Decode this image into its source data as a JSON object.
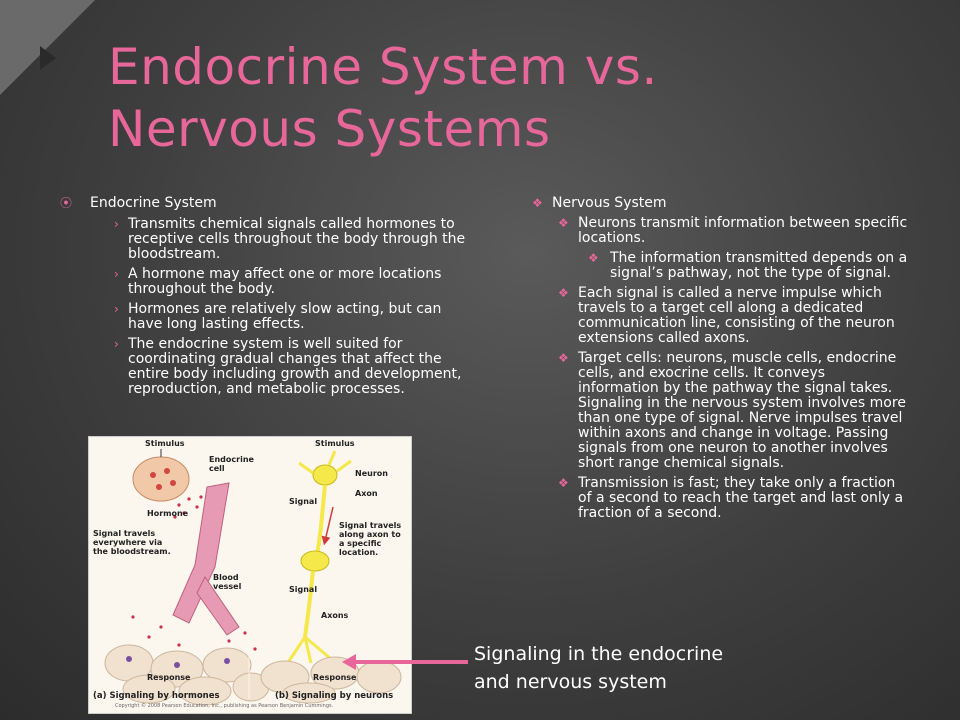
{
  "title": {
    "line1": "Endocrine System vs.",
    "line2": "Nervous Systems"
  },
  "colors": {
    "accent": "#e8679a",
    "background": "#3e3e3e",
    "text": "#ffffff"
  },
  "left": {
    "heading": "Endocrine System",
    "items": [
      "Transmits chemical signals called hormones to receptive cells throughout the body through the bloodstream.",
      "A hormone may affect one or more locations throughout  the body.",
      "Hormones are relatively slow acting, but can have long lasting effects.",
      "The endocrine system is  well suited for coordinating gradual changes  that affect the entire body including growth and development, reproduction,  and metabolic processes."
    ]
  },
  "right": {
    "heading": "Nervous System",
    "item1": "Neurons transmit information between specific locations.",
    "item1_sub": "The information transmitted depends on a signal’s pathway, not the type of signal.",
    "item2": " Each signal is called a nerve impulse which travels to a target cell along a dedicated communication line, consisting of the neuron extensions called axons.",
    "item3": "Target cells: neurons, muscle cells, endocrine cells, and exocrine cells. It conveys information by the pathway the signal takes. Signaling in the nervous system involves more than one type of signal. Nerve impulses travel within axons and change in voltage. Passing signals from one neuron to another involves short range chemical signals.",
    "item4": "Transmission is fast; they take only a fraction of a second to reach the target and last only a fraction of a second."
  },
  "figure": {
    "stimulus_a": "Stimulus",
    "endocrine_cell": "Endocrine cell",
    "hormone": "Hormone",
    "signal_travels_blood": "Signal travels everywhere via the bloodstream.",
    "blood_vessel": "Blood vessel",
    "response_a": "Response",
    "caption_a": "(a) Signaling by hormones",
    "stimulus_b": "Stimulus",
    "neuron": "Neuron",
    "axon": "Axon",
    "signal1": "Signal",
    "signal_travels_axon": "Signal travels along axon to a specific location.",
    "signal2": "Signal",
    "axons": "Axons",
    "response_b": "Response",
    "caption_b": "(b) Signaling by neurons",
    "copyright": "Copyright © 2008 Pearson Education, Inc., publishing as Pearson Benjamin Cummings."
  },
  "caption": {
    "line1": "Signaling in the endocrine",
    "line2": "and nervous system"
  }
}
